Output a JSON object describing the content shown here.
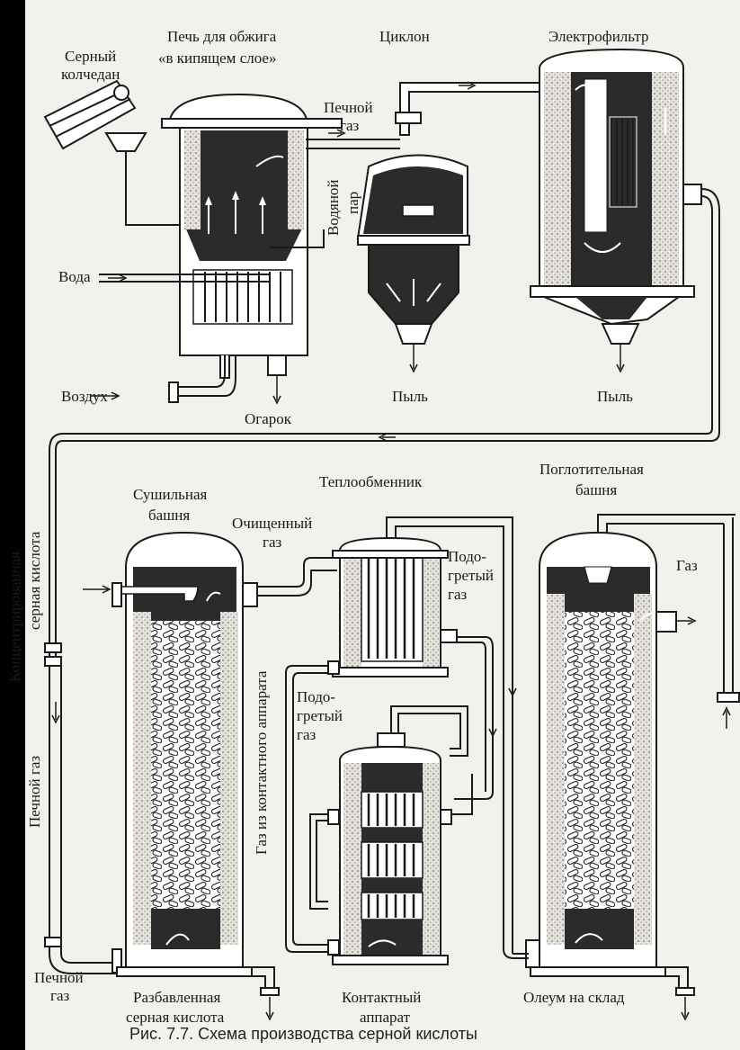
{
  "labels": {
    "pyrite": "Серный колчедан",
    "furnace": "Печь для обжига «в кипящем слое»",
    "cyclone": "Циклон",
    "electrofilter": "Электрофильтр",
    "furnace_gas_top": "Печной газ",
    "water_steam": "Водяной пар",
    "water": "Вода",
    "air": "Воздух",
    "cinder": "Огарок",
    "dust_1": "Пыль",
    "dust_2": "Пыль",
    "conc_acid": "Концентрированная серная кислота",
    "furnace_gas_side": "Печной газ",
    "drying_tower": "Сушильная башня",
    "purified_gas": "Очищенный газ",
    "heat_exchanger": "Теплообменник",
    "heated_gas_1": "Подогретый газ",
    "heated_gas_2": "Подогретый газ",
    "absorber": "Поглотительная башня",
    "gas": "Газ",
    "gas_from_contact": "Газ из контактного аппарата",
    "furnace_gas_bottom": "Печной газ",
    "dilute_acid": "Разбавленная серная кислота",
    "contact_apparatus": "Контактный аппарат",
    "oleum": "Олеум на склад"
  },
  "caption": "Рис. 7.7. Схема производства серной кислоты",
  "colors": {
    "ink": "#1a1a1a",
    "paper": "#f3f1ec",
    "background": "#000000"
  }
}
